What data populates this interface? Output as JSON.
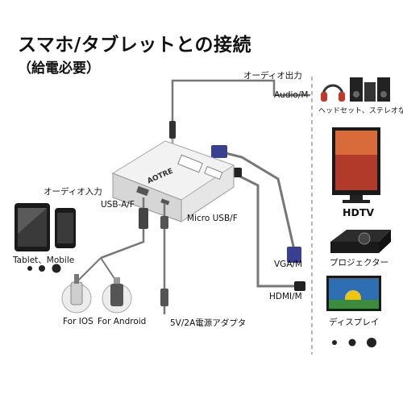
{
  "title": "スマホ/タブレットとの接続",
  "subtitle": "（給電必要）",
  "labels": {
    "audio_out": "オーディオ出力",
    "audio_m": "Audio/M",
    "headset": "ヘッドセット、ステレオなど",
    "audio_in": "オーディオ入力",
    "usb_af": "USB-A/F",
    "micro_usb": "Micro USB/F",
    "hdtv": "HDTV",
    "vga": "VGA/M",
    "projector": "プロジェクター",
    "hdmi": "HDMI/M",
    "display": "ディスプレイ",
    "tablet_mobile": "Tablet、Mobile",
    "for_ios": "For IOS",
    "for_android": "For Android",
    "power": "5V/2A電源アダプタ",
    "brand": "AOTRE"
  },
  "colors": {
    "cable": "#777777",
    "vga_blue": "#3b3f8f",
    "device_dark": "#1a1a1a",
    "screen_blue": "#2e6fb3"
  }
}
